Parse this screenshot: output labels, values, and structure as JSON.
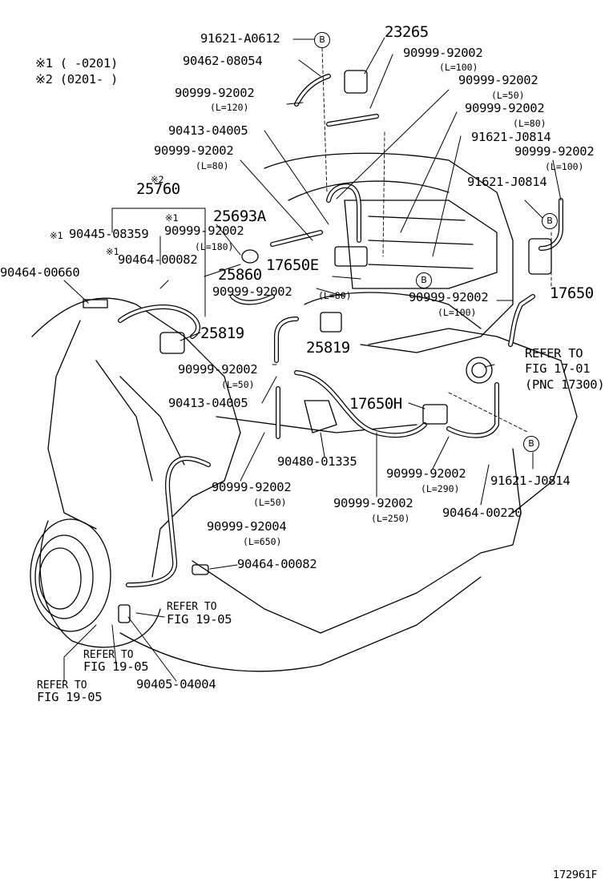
{
  "legend": {
    "note1": "※1 (     -0201)",
    "note2": "※2 (0201-     )"
  },
  "parts": {
    "p_91621_A0612": "91621-A0612",
    "p_23265": "23265",
    "p_90462_08054": "90462-08054",
    "p_90999_92002_top": "90999-92002",
    "len_100_top": "(L=100)",
    "p_90999_92002_l120": "90999-92002",
    "len_120": "(L=120)",
    "p_90999_92002_l50a": "90999-92002",
    "len_50a": "(L=50)",
    "p_90999_92002_l80a": "90999-92002",
    "len_80a": "(L=80)",
    "p_90413_04005_top": "90413-04005",
    "p_91621_J0814_a": "91621-J0814",
    "p_90999_92002_l100b": "90999-92002",
    "len_100b": "(L=100)",
    "p_90999_92002_l80b": "90999-92002",
    "len_80b": "(L=80)",
    "star2": "※2",
    "p_25760": "25760",
    "p_91621_J0814_b": "91621-J0814",
    "p_25693A": "25693A",
    "star1a": "※1",
    "star1b": "※1",
    "p_90445_08359": "90445-08359",
    "p_90999_92002_l180": "90999-92002",
    "len_180": "(L=180)",
    "star1c": "※1",
    "p_90464_00082_top": "90464-00082",
    "p_17650E": "17650E",
    "p_25860": "25860",
    "p_90464_00660": "90464-00660",
    "p_90999_92002_mid": "90999-92002",
    "len_80_mid": "(L=80)",
    "p_90999_92002_l100c": "90999-92002",
    "len_100c": "(L=100)",
    "p_17650": "17650",
    "p_25819_a": "25819",
    "p_25819_b": "25819",
    "refer_17_1": "REFER TO",
    "refer_17_2": "FIG 17-01",
    "refer_17_3": "(PNC 17300)",
    "p_90999_92002_l50b": "90999-92002",
    "len_50b": "(L=50)",
    "p_90413_04005_mid": "90413-04005",
    "p_17650H": "17650H",
    "p_90480_01335": "90480-01335",
    "p_90999_92002_l290": "90999-92002",
    "len_290": "(L=290)",
    "p_91621_J0814_c": "91621-J0814",
    "p_90999_92002_l50c": "90999-92002",
    "len_50c": "(L=50)",
    "p_90999_92002_l250": "90999-92002",
    "len_250": "(L=250)",
    "p_90464_00220": "90464-00220",
    "p_90999_92004": "90999-92004",
    "len_650": "(L=650)",
    "p_90464_00082_bot": "90464-00082",
    "refer_19a_1": "REFER TO",
    "refer_19a_2": "FIG 19-05",
    "refer_19b_1": "REFER TO",
    "refer_19b_2": "FIG 19-05",
    "p_90405_04004": "90405-04004",
    "refer_19c_1": "REFER TO",
    "refer_19c_2": "FIG 19-05",
    "figure_id": "172961F"
  },
  "tags": {
    "b1": "B",
    "b2": "B",
    "b3": "B",
    "b4": "B"
  }
}
